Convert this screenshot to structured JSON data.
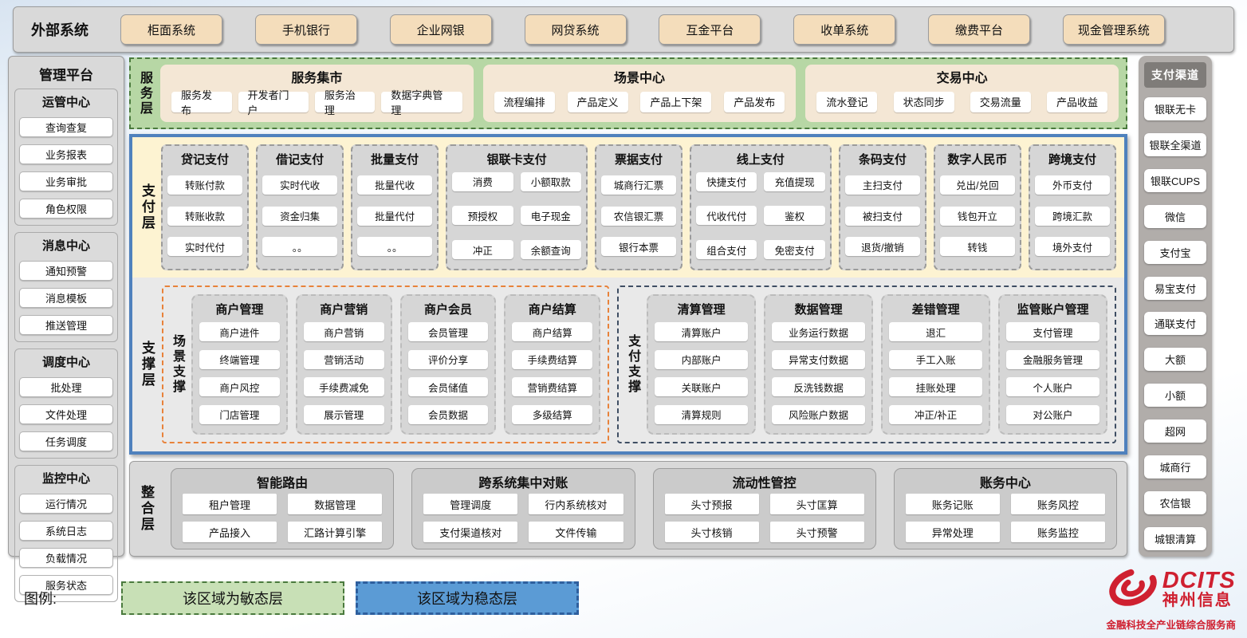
{
  "colors": {
    "panel_gray": "#d9d9d9",
    "tan": "#f4ddbb",
    "agile_green": "#b7d7a5",
    "green_border": "#4a7a3d",
    "cream": "#f4e7d5",
    "yellow": "#fdf3d2",
    "accent_blue": "#4f81bd",
    "stable_blue": "#5b9bd5",
    "legend_green": "#c8e0b6",
    "orange": "#e8823a",
    "slate": "#3f4e63",
    "channel_gray": "#b1adaa",
    "channel_header": "#7f7c79",
    "brand_red": "#cf2030"
  },
  "external": {
    "label": "外部系统",
    "items": [
      "柜面系统",
      "手机银行",
      "企业网银",
      "网贷系统",
      "互金平台",
      "收单系统",
      "缴费平台",
      "现金管理系统"
    ]
  },
  "management": {
    "title": "管理平台",
    "groups": [
      {
        "title": "运管中心",
        "items": [
          "查询查复",
          "业务报表",
          "业务审批",
          "角色权限"
        ]
      },
      {
        "title": "消息中心",
        "items": [
          "通知预警",
          "消息模板",
          "推送管理"
        ]
      },
      {
        "title": "调度中心",
        "items": [
          "批处理",
          "文件处理",
          "任务调度"
        ]
      },
      {
        "title": "监控中心",
        "items": [
          "运行情况",
          "系统日志",
          "负载情况",
          "服务状态"
        ]
      }
    ]
  },
  "service_layer": {
    "label": "服务层",
    "groups": [
      {
        "title": "服务集市",
        "items": [
          "服务发布",
          "开发者门户",
          "服务治理",
          "数据字典管理"
        ]
      },
      {
        "title": "场景中心",
        "items": [
          "流程编排",
          "产品定义",
          "产品上下架",
          "产品发布"
        ]
      },
      {
        "title": "交易中心",
        "items": [
          "流水登记",
          "状态同步",
          "交易流量",
          "产品收益"
        ]
      }
    ]
  },
  "payment_layer": {
    "label": "支付层",
    "columns": [
      {
        "title": "贷记支付",
        "items": [
          "转账付款",
          "转账收款",
          "实时代付"
        ]
      },
      {
        "title": "借记支付",
        "items": [
          "实时代收",
          "资金归集",
          "。。"
        ]
      },
      {
        "title": "批量支付",
        "items": [
          "批量代收",
          "批量代付",
          "。。"
        ]
      },
      {
        "title": "银联卡支付",
        "items": [
          "消费",
          "小额取款",
          "预授权",
          "电子现金",
          "冲正",
          "余额查询"
        ]
      },
      {
        "title": "票据支付",
        "items": [
          "城商行汇票",
          "农信银汇票",
          "银行本票"
        ]
      },
      {
        "title": "线上支付",
        "items": [
          "快捷支付",
          "充值提现",
          "代收代付",
          "鉴权",
          "组合支付",
          "免密支付"
        ]
      },
      {
        "title": "条码支付",
        "items": [
          "主扫支付",
          "被扫支付",
          "退货/撤销"
        ]
      },
      {
        "title": "数字人民币",
        "items": [
          "兑出/兑回",
          "钱包开立",
          "转钱"
        ]
      },
      {
        "title": "跨境支付",
        "items": [
          "外币支付",
          "跨境汇款",
          "境外支付"
        ]
      }
    ]
  },
  "support_layer": {
    "label": "支撑层",
    "groups": [
      {
        "label": "场景支撑",
        "columns": [
          {
            "title": "商户管理",
            "items": [
              "商户进件",
              "终端管理",
              "商户风控",
              "门店管理"
            ]
          },
          {
            "title": "商户营销",
            "items": [
              "商户营销",
              "营销活动",
              "手续费减免",
              "展示管理"
            ]
          },
          {
            "title": "商户会员",
            "items": [
              "会员管理",
              "评价分享",
              "会员储值",
              "会员数据"
            ]
          },
          {
            "title": "商户结算",
            "items": [
              "商户结算",
              "手续费结算",
              "营销费结算",
              "多级结算"
            ]
          }
        ]
      },
      {
        "label": "支付支撑",
        "columns": [
          {
            "title": "清算管理",
            "items": [
              "清算账户",
              "内部账户",
              "关联账户",
              "清算规则"
            ]
          },
          {
            "title": "数据管理",
            "items": [
              "业务运行数据",
              "异常支付数据",
              "反洗钱数据",
              "风险账户数据"
            ]
          },
          {
            "title": "差错管理",
            "items": [
              "退汇",
              "手工入账",
              "挂账处理",
              "冲正/补正"
            ]
          },
          {
            "title": "监管账户管理",
            "items": [
              "支付管理",
              "金融服务管理",
              "个人账户",
              "对公账户"
            ]
          }
        ]
      }
    ]
  },
  "integration_layer": {
    "label": "整合层",
    "groups": [
      {
        "title": "智能路由",
        "items": [
          "租户管理",
          "数据管理",
          "产品接入",
          "汇路计算引擎"
        ]
      },
      {
        "title": "跨系统集中对账",
        "items": [
          "管理调度",
          "行内系统核对",
          "支付渠道核对",
          "文件传输"
        ]
      },
      {
        "title": "流动性管控",
        "items": [
          "头寸预报",
          "头寸匡算",
          "头寸核销",
          "头寸预警"
        ]
      },
      {
        "title": "账务中心",
        "items": [
          "账务记账",
          "账务风控",
          "异常处理",
          "账务监控"
        ]
      }
    ]
  },
  "channels": {
    "title": "支付渠道",
    "items": [
      "银联无卡",
      "银联全渠道",
      "银联CUPS",
      "微信",
      "支付宝",
      "易宝支付",
      "通联支付",
      "大额",
      "小额",
      "超网",
      "城商行",
      "农信银",
      "城银清算"
    ]
  },
  "legend": {
    "label": "图例:",
    "agile": "该区域为敏态层",
    "stable": "该区域为稳态层"
  },
  "logo": {
    "name": "DCITS",
    "company": "神州信息",
    "tagline": "金融科技全产业链综合服务商"
  }
}
